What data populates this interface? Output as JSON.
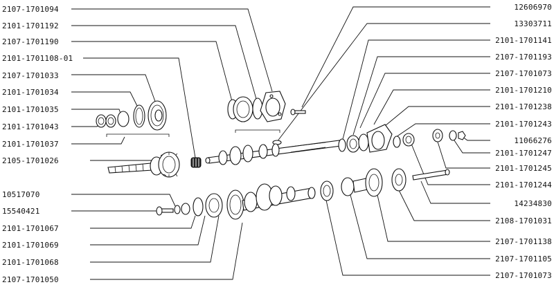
{
  "diagram": {
    "labels_left": [
      "2107-1701094",
      "2101-1701192",
      "2107-1701190",
      "2101-1701108-01",
      "2107-1701033",
      "2101-1701034",
      "2101-1701035",
      "2101-1701043",
      "2101-1701037",
      "2105-1701026",
      "10517070",
      "15540421",
      "2101-1701067",
      "2101-1701069",
      "2101-1701068",
      "2107-1701050"
    ],
    "labels_right": [
      "12606970",
      "13303711",
      "2101-1701141",
      "2107-1701193",
      "2107-1701073",
      "2101-1701210",
      "2101-1701238",
      "2101-1701243",
      "11066276",
      "2101-1701247",
      "2101-1701245",
      "2101-1701244",
      "14234830",
      "2108-1701031",
      "2107-1701138",
      "2107-1701105",
      "2107-1701073"
    ]
  }
}
